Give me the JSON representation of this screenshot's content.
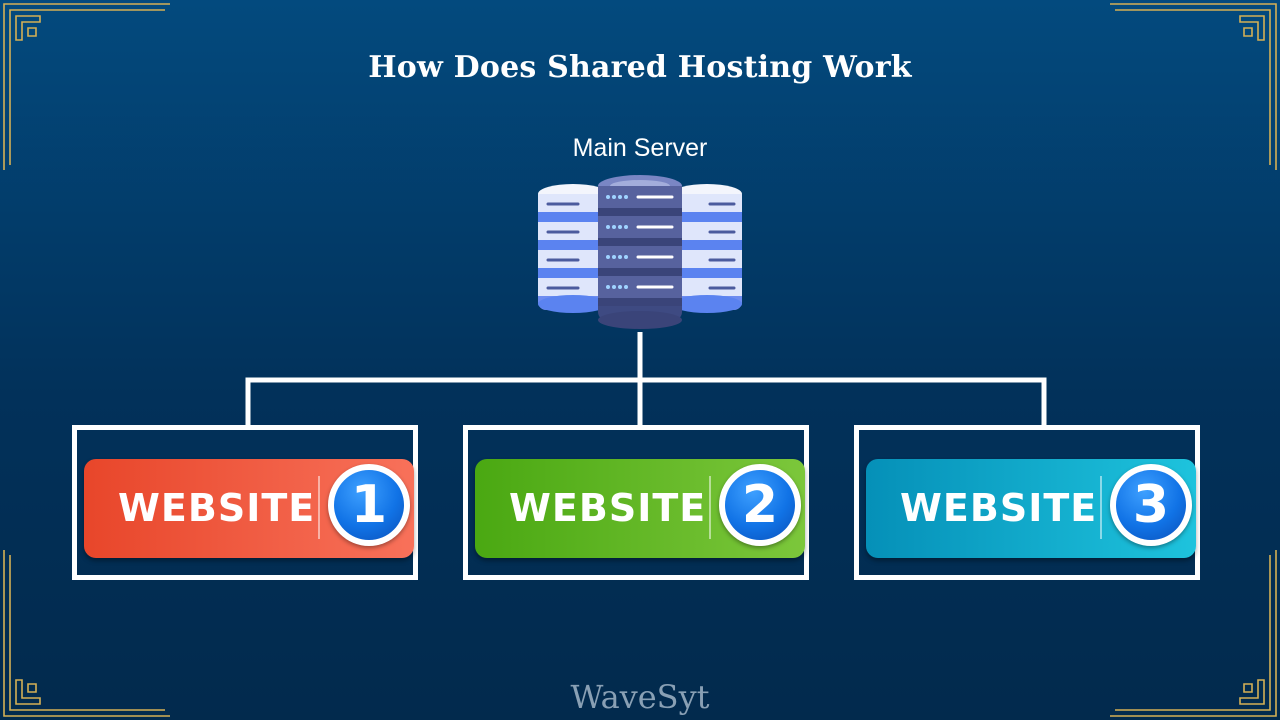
{
  "title": "How Does Shared Hosting Work",
  "server": {
    "label": "Main Server",
    "icon": "server-stack-icon"
  },
  "websites": [
    {
      "label": "WEBSITE",
      "number": "1",
      "color_start": "#e8462a",
      "color_end": "#f8715a"
    },
    {
      "label": "WEBSITE",
      "number": "2",
      "color_start": "#4aa812",
      "color_end": "#7cc73b"
    },
    {
      "label": "WEBSITE",
      "number": "3",
      "color_start": "#0590b8",
      "color_end": "#1ec3dd"
    }
  ],
  "watermark": "WaveSyt",
  "colors": {
    "background_top": "#034a7e",
    "background_bottom": "#022a4d",
    "corner_ornament": "#d4b055",
    "connector": "#ffffff"
  }
}
